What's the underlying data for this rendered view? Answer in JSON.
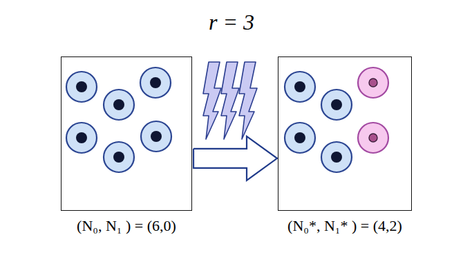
{
  "diagram": {
    "title": "r = 3",
    "nodes": [
      {
        "text": [
          "(N₀, N₁ ) = (6,0)"
        ]
      },
      {
        "text": [
          "(N₀*, N₁* ) = (4,2)"
        ]
      }
    ],
    "edges": [
      {
        "from": 0,
        "to": 1,
        "arrow": "to"
      }
    ]
  }
}
